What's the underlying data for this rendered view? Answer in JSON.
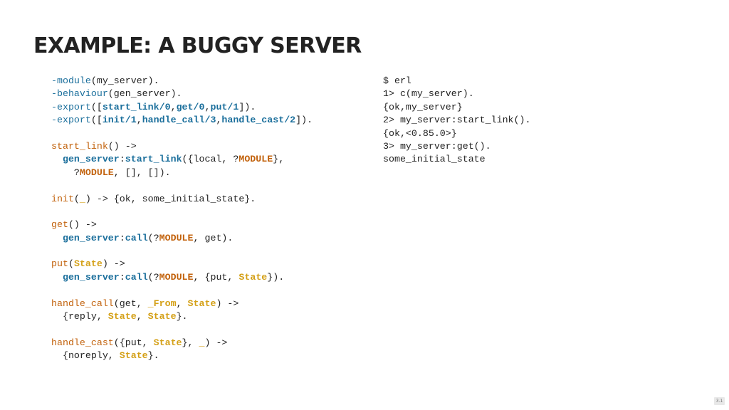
{
  "slide": {
    "title": "EXAMPLE: A BUGGY SERVER",
    "page_number": "3.1"
  },
  "colors": {
    "attribute": "#1b6f9c",
    "function_name": "#c2620c",
    "module_call": "#1b6f9c",
    "macro": "#c2620c",
    "variable": "#d4a017",
    "text": "#222222"
  },
  "code_left": [
    [
      [
        "attr",
        "-module"
      ],
      [
        "plain",
        "(my_server)."
      ]
    ],
    [
      [
        "attr",
        "-behaviour"
      ],
      [
        "plain",
        "(gen_server)."
      ]
    ],
    [
      [
        "attr",
        "-export"
      ],
      [
        "plain",
        "(["
      ],
      [
        "call",
        "start_link/0"
      ],
      [
        "plain",
        ","
      ],
      [
        "call",
        "get/0"
      ],
      [
        "plain",
        ","
      ],
      [
        "call",
        "put/1"
      ],
      [
        "plain",
        "])."
      ]
    ],
    [
      [
        "attr",
        "-export"
      ],
      [
        "plain",
        "(["
      ],
      [
        "call",
        "init/1"
      ],
      [
        "plain",
        ","
      ],
      [
        "call",
        "handle_call/3"
      ],
      [
        "plain",
        ","
      ],
      [
        "call",
        "handle_cast/2"
      ],
      [
        "plain",
        "])."
      ]
    ],
    [],
    [
      [
        "fn",
        "start_link"
      ],
      [
        "plain",
        "() ->"
      ]
    ],
    [
      [
        "plain",
        "  "
      ],
      [
        "mod",
        "gen_server"
      ],
      [
        "plain",
        ":"
      ],
      [
        "call",
        "start_link"
      ],
      [
        "plain",
        "({local, ?"
      ],
      [
        "macro",
        "MODULE"
      ],
      [
        "plain",
        "},"
      ]
    ],
    [
      [
        "plain",
        "    ?"
      ],
      [
        "macro",
        "MODULE"
      ],
      [
        "plain",
        ", [], [])."
      ]
    ],
    [],
    [
      [
        "fn",
        "init"
      ],
      [
        "plain",
        "("
      ],
      [
        "var",
        "_"
      ],
      [
        "plain",
        ") -> {ok, some_initial_state}."
      ]
    ],
    [],
    [
      [
        "fn",
        "get"
      ],
      [
        "plain",
        "() ->"
      ]
    ],
    [
      [
        "plain",
        "  "
      ],
      [
        "mod",
        "gen_server"
      ],
      [
        "plain",
        ":"
      ],
      [
        "call",
        "call"
      ],
      [
        "plain",
        "(?"
      ],
      [
        "macro",
        "MODULE"
      ],
      [
        "plain",
        ", get)."
      ]
    ],
    [],
    [
      [
        "fn",
        "put"
      ],
      [
        "plain",
        "("
      ],
      [
        "var",
        "State"
      ],
      [
        "plain",
        ") ->"
      ]
    ],
    [
      [
        "plain",
        "  "
      ],
      [
        "mod",
        "gen_server"
      ],
      [
        "plain",
        ":"
      ],
      [
        "call",
        "call"
      ],
      [
        "plain",
        "(?"
      ],
      [
        "macro",
        "MODULE"
      ],
      [
        "plain",
        ", {put, "
      ],
      [
        "var",
        "State"
      ],
      [
        "plain",
        "})."
      ]
    ],
    [],
    [
      [
        "fn",
        "handle_call"
      ],
      [
        "plain",
        "(get, "
      ],
      [
        "var",
        "_From"
      ],
      [
        "plain",
        ", "
      ],
      [
        "var",
        "State"
      ],
      [
        "plain",
        ") ->"
      ]
    ],
    [
      [
        "plain",
        "  {reply, "
      ],
      [
        "var",
        "State"
      ],
      [
        "plain",
        ", "
      ],
      [
        "var",
        "State"
      ],
      [
        "plain",
        "}."
      ]
    ],
    [],
    [
      [
        "fn",
        "handle_cast"
      ],
      [
        "plain",
        "({put, "
      ],
      [
        "var",
        "State"
      ],
      [
        "plain",
        "}, "
      ],
      [
        "var",
        "_"
      ],
      [
        "plain",
        ") ->"
      ]
    ],
    [
      [
        "plain",
        "  {noreply, "
      ],
      [
        "var",
        "State"
      ],
      [
        "plain",
        "}."
      ]
    ]
  ],
  "code_right": [
    "$ erl",
    "1> c(my_server).",
    "{ok,my_server}",
    "2> my_server:start_link().",
    "{ok,<0.85.0>}",
    "3> my_server:get().",
    "some_initial_state"
  ]
}
